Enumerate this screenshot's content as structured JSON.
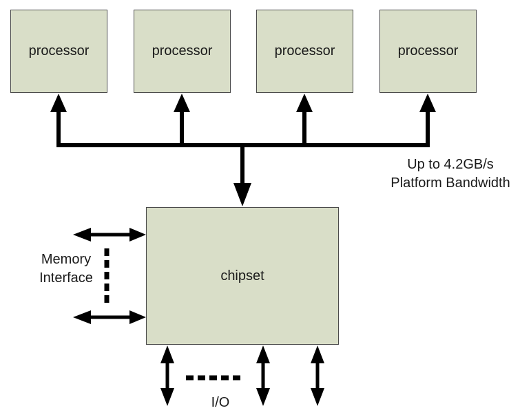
{
  "processors": [
    {
      "label": "processor"
    },
    {
      "label": "processor"
    },
    {
      "label": "processor"
    },
    {
      "label": "processor"
    }
  ],
  "bus": {
    "bandwidth_line1": "Up to 4.2GB/s",
    "bandwidth_line2": "Platform Bandwidth"
  },
  "chipset": {
    "label": "chipset"
  },
  "memory": {
    "line1": "Memory",
    "line2": "Interface"
  },
  "io": {
    "label": "I/O"
  },
  "colors": {
    "box_fill": "#d9dec8",
    "box_border": "#4a4a4a",
    "line": "#000000"
  }
}
